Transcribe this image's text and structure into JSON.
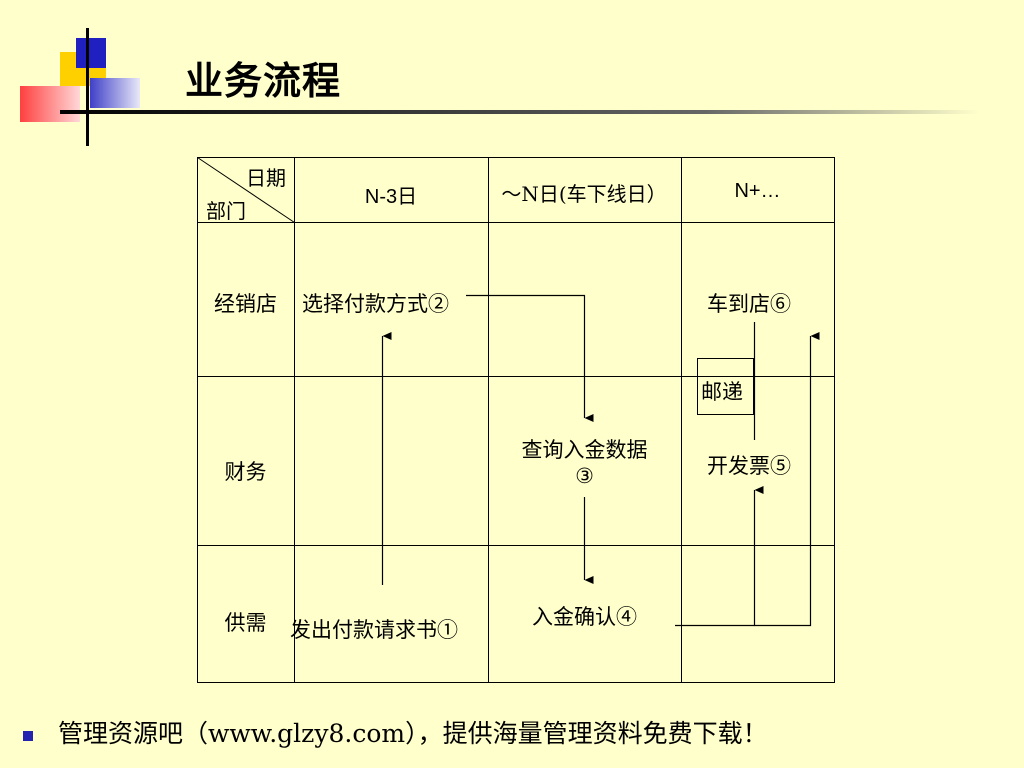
{
  "title": "业务流程",
  "header": {
    "corner_top": "日期",
    "corner_bottom": "部门",
    "columns": [
      "N-3日",
      "～N日(车下线日）",
      "N+…"
    ]
  },
  "rows": [
    "经销店",
    "财务",
    "供需"
  ],
  "steps": {
    "step1": "发出付款请求书①",
    "step2": "选择付款方式②",
    "step3_line1": "查询入金数据",
    "step3_line2": "③",
    "step4": "入金确认④",
    "step5": "开发票⑤",
    "step6": "车到店⑥",
    "mail": "邮递"
  },
  "footer": "管理资源吧（www.glzy8.com），提供海量管理资料免费下载！",
  "colors": {
    "background": "#ffffcc",
    "deco_yellow": "#ffd000",
    "deco_blue": "#2020c0",
    "deco_red": "#ff6060",
    "bullet": "#2323b0"
  }
}
